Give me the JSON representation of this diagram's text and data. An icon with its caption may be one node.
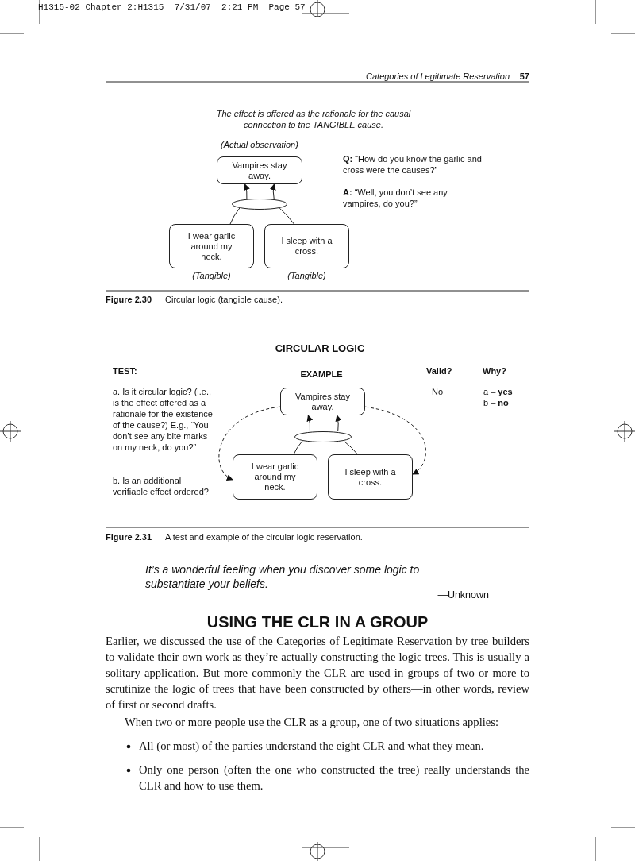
{
  "diagram": {
    "nodes": [
      {
        "text": [
          "Vampires stay away."
        ],
        "beside": [
          "(Actual observation)"
        ]
      },
      {
        "text": [],
        "shape": "ellipse"
      },
      {
        "text": [
          "I wear garlic around my neck."
        ],
        "beside": [
          "(Tangible)"
        ]
      },
      {
        "text": [
          "I sleep with a cross."
        ],
        "beside": [
          "(Tangible)"
        ]
      },
      {
        "text": [
          "Vampires stay away."
        ]
      },
      {
        "text": [],
        "shape": "ellipse"
      },
      {
        "text": [
          "I wear garlic around my neck."
        ]
      },
      {
        "text": [
          "I sleep with a cross."
        ]
      }
    ],
    "edges": [
      {
        "from": 2,
        "to": 1,
        "arrow": "none"
      },
      {
        "from": 3,
        "to": 1,
        "arrow": "none"
      },
      {
        "from": 1,
        "to": 0,
        "arrow": "to"
      },
      {
        "from": 1,
        "to": 0,
        "arrow": "to"
      },
      {
        "from": 6,
        "to": 5,
        "arrow": "none"
      },
      {
        "from": 7,
        "to": 5,
        "arrow": "none"
      },
      {
        "from": 5,
        "to": 4,
        "arrow": "to"
      },
      {
        "from": 5,
        "to": 4,
        "arrow": "to"
      },
      {
        "from": 4,
        "to": 6,
        "arrow": "to",
        "style": "dashed"
      },
      {
        "from": 4,
        "to": 7,
        "arrow": "to",
        "style": "dashed"
      }
    ],
    "labels": [
      "H1315-02 Chapter 2:H1315  7/31/07  2:21 PM  Page 57",
      "Categories of Legitimate Reservation",
      "57",
      "The effect is offered as the rationale for the causal connection to the TANGIBLE cause.",
      "**Q:** “How do you know the garlic and cross were the causes?”",
      "**A:** “Well, you don’t see any vampires, do you?”",
      "Figure 2.30",
      "Circular logic (tangible cause).",
      "CIRCULAR LOGIC",
      "TEST:",
      "EXAMPLE",
      "Valid?",
      "Why?",
      "a. Is it circular logic? (i.e., is the effect offered as a rationale for the existence of the cause?) E.g., “You don’t see any bite marks on my neck, do you?”",
      "b. Is an additional verifiable effect ordered?",
      "No",
      "a – **yes**",
      "b – **no**",
      "Figure 2.31",
      "A test and example of the circular logic reservation.",
      "It’s a wonderful feeling when you discover some logic to substantiate your beliefs.",
      "—Unknown",
      "USING THE CLR IN A GROUP",
      "Earlier, we discussed the use of the Categories of Legitimate Reservation by tree builders to validate their own work as they’re actually constructing the logic trees. This is usually a solitary application. But more commonly the CLR are used in groups of two or more to scrutinize the logic of trees that have been constructed by others—in other words, review of first or second drafts.",
      "When two or more people use the CLR as a group, one of two situations applies:",
      "All (or most) of the parties understand the eight CLR and what they mean.",
      "Only one person (often the one who constructed the tree) really understands the CLR and how to use them."
    ]
  }
}
